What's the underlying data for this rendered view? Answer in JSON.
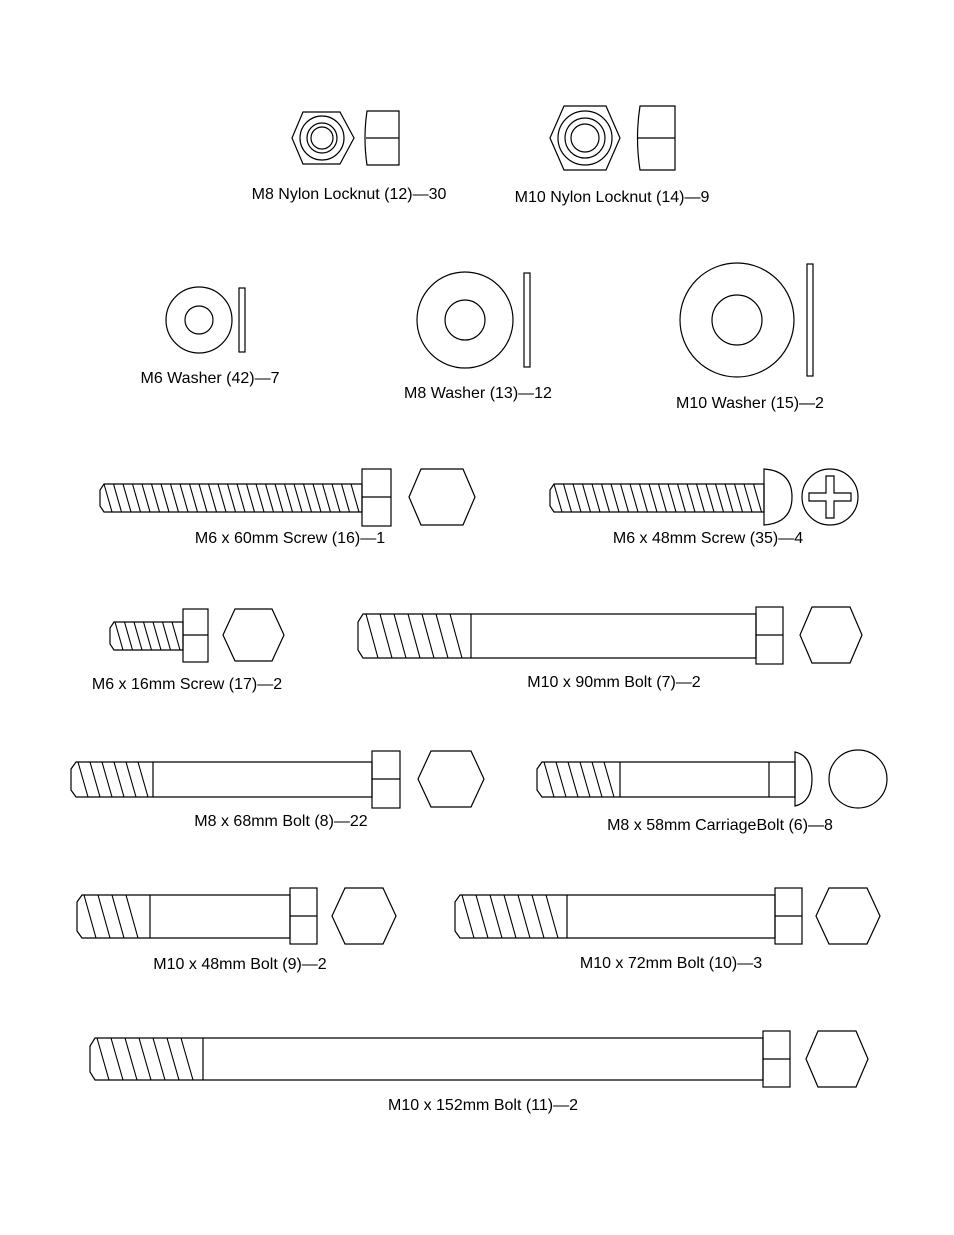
{
  "parts": {
    "m8_locknut": "M8 Nylon Locknut (12)—30",
    "m10_locknut": "M10 Nylon Locknut (14)—9",
    "m6_washer": "M6 Washer (42)—7",
    "m8_washer": "M8 Washer (13)—12",
    "m10_washer": "M10 Washer (15)—2",
    "m6x60_screw": "M6 x 60mm Screw (16)—1",
    "m6x48_screw": "M6 x 48mm Screw (35)—4",
    "m6x16_screw": "M6 x 16mm Screw (17)—2",
    "m10x90_bolt": "M10 x 90mm Bolt (7)—2",
    "m8x68_bolt": "M8 x 68mm Bolt (8)—22",
    "m8x58_carriage": "M8 x 58mm CarriageBolt (6)—8",
    "m10x48_bolt": "M10 x 48mm Bolt (9)—2",
    "m10x72_bolt": "M10 x 72mm Bolt (10)—3",
    "m10x152_bolt": "M10 x 152mm Bolt (11)—2"
  }
}
